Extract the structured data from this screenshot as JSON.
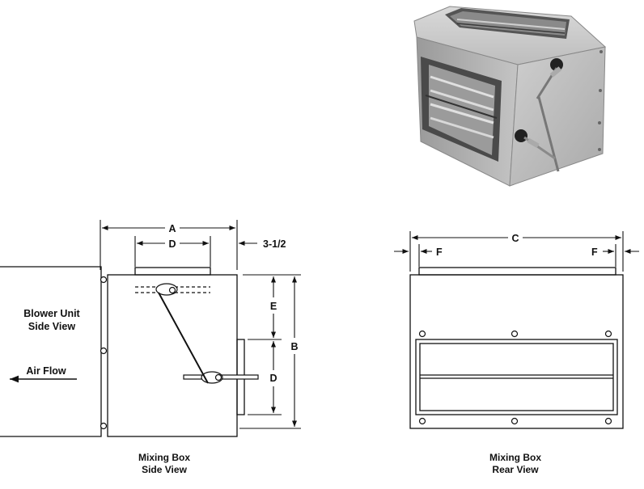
{
  "dimensions": {
    "a": "A",
    "b": "B",
    "c": "C",
    "d_top": "D",
    "d_side": "D",
    "e": "E",
    "f_left": "F",
    "f_right": "F",
    "offset": "3-1/2"
  },
  "labels": {
    "blower_unit_line1": "Blower Unit",
    "blower_unit_line2": "Side View",
    "air_flow": "Air Flow"
  },
  "captions": {
    "side_line1": "Mixing Box",
    "side_line2": "Side View",
    "rear_line1": "Mixing Box",
    "rear_line2": "Rear View"
  }
}
